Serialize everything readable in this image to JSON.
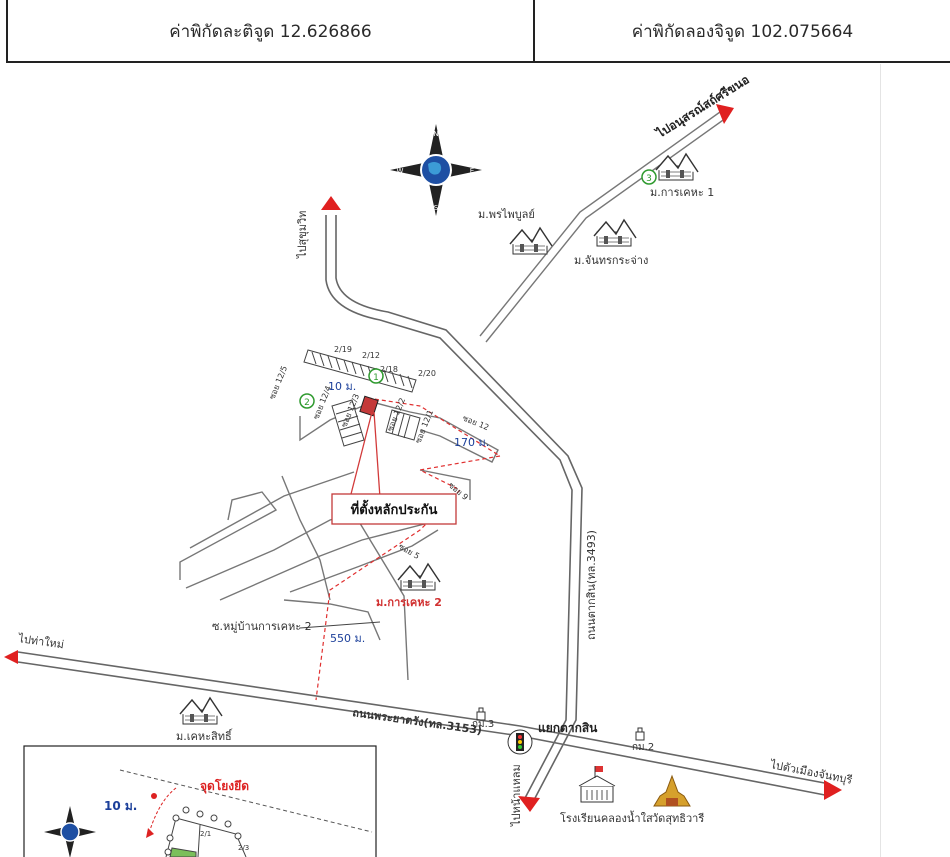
{
  "header": {
    "latitude_text": "ค่าพิกัดละติจูด 12.626866",
    "longitude_text": "ค่าพิกัดลองจิจูด 102.075664"
  },
  "compass": {
    "n": "N",
    "e": "E",
    "s": "S",
    "w": "W"
  },
  "map": {
    "to_north_road": "ไปสุขุมวิท",
    "to_ne_road": "ไปอนุสรณ์สถ์ศรีขนอ",
    "to_west": "ไปท่าใหม่",
    "to_chanthaburi": "ไปตัวเมืองจันทบุรี",
    "to_south": "ไปหน้าแหลม",
    "village_3_label": "ม.การเคหะ 1",
    "village_phruphan": "ม.พรไพบูลย์",
    "village_chanthra": "ม.จันทรกระจ่าง",
    "village_kareha2": "ม.การเคหะ 2",
    "village_kheha_sit": "ม.เคหะสิทธิ์",
    "school": "โรงเรียนคลองน้ำใส",
    "temple": "วัดสุทธิวารี",
    "soi_kareha2": "ซ.หมู่บ้านการเคหะ 2",
    "road_taksin": "ถนนตากสิน(ทล.3493)",
    "road_phraya": "ถนนพระยาตรัง(ทล.3153)",
    "junction": "แยกตากสิน",
    "km3": "กม.3",
    "km2": "กม.2",
    "collateral": "ที่ตั้งหลักประกัน",
    "dist_10": "10 ม.",
    "dist_170": "170 ม.",
    "dist_550": "550 ม.",
    "marker_1": "1",
    "marker_2": "2",
    "marker_3": "3",
    "lot_2_19": "2/19",
    "lot_2_12": "2/12",
    "lot_2_18": "2/18",
    "lot_2_20": "2/20",
    "soi_12_5": "ซอย 12/5",
    "soi_12_4": "ซอย 12/4",
    "soi_12_3": "ซอย 12/3",
    "soi_12_2": "ซอย 12/2",
    "soi_12_1": "ซอย 12/1",
    "soi_12": "ซอย 12",
    "soi_9": "ซอย 9",
    "soi_5": "ซอย 5"
  },
  "inset": {
    "reference": "จุดโยงยึด",
    "dist": "10 ม.",
    "lot_a": "2/1",
    "lot_b": "2/3"
  }
}
